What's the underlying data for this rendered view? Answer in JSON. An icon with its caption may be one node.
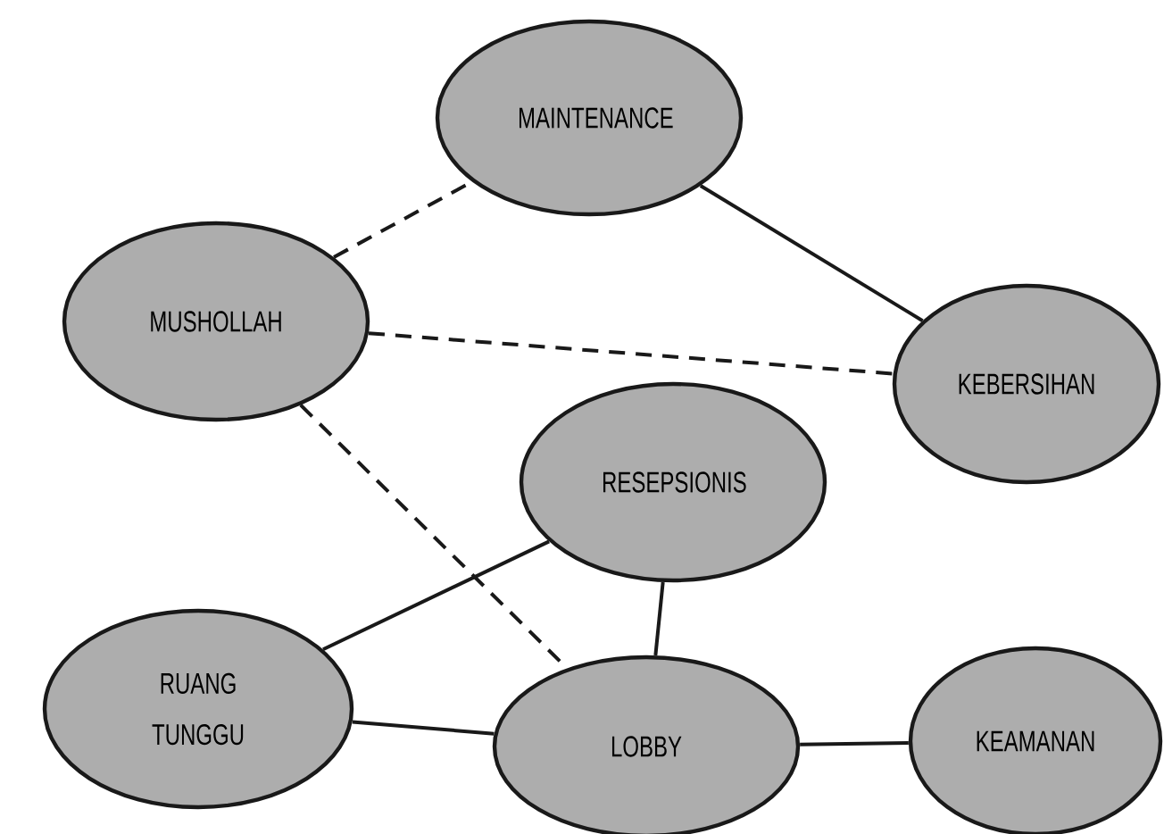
{
  "diagram": {
    "nodes": [
      {
        "text": [
          "MAINTENANCE"
        ]
      },
      {
        "text": [
          "MUSHOLLAH"
        ]
      },
      {
        "text": [
          "KEBERSIHAN"
        ]
      },
      {
        "text": [
          "RESEPSIONIS"
        ]
      },
      {
        "text": [
          "RUANG TUNGGU"
        ]
      },
      {
        "text": [
          "LOBBY"
        ]
      },
      {
        "text": [
          "KEAMANAN"
        ]
      }
    ],
    "edges": [
      {
        "from": 1,
        "to": 0,
        "arrow": "none",
        "style": "dashed"
      },
      {
        "from": 0,
        "to": 2,
        "arrow": "none"
      },
      {
        "from": 1,
        "to": 2,
        "arrow": "none",
        "style": "dashed"
      },
      {
        "from": 1,
        "to": 5,
        "arrow": "none",
        "style": "dashed"
      },
      {
        "from": 4,
        "to": 3,
        "arrow": "none"
      },
      {
        "from": 3,
        "to": 5,
        "arrow": "none"
      },
      {
        "from": 4,
        "to": 5,
        "arrow": "none"
      },
      {
        "from": 5,
        "to": 6,
        "arrow": "none"
      }
    ]
  }
}
